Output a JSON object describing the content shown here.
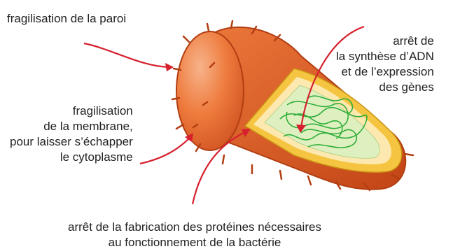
{
  "labels": {
    "wall": "fragilisation de la paroi",
    "dna": "arrêt de\nla synthèse d’ADN\net de l’expression\ndes gènes",
    "membrane": "fragilisation\nde la membrane,\npour laisser s’échapper\nle cytoplasme",
    "protein": "arrêt de la fabrication des protéines nécessaires\nau fonctionnement de la bactérie"
  },
  "colors": {
    "outer": "#e8652a",
    "outer_dark": "#c8481a",
    "inner_orange": "#f08a3c",
    "wall_yellow": "#f5c542",
    "cell_wall_pale": "#fde9b0",
    "cytoplasm": "#dff0c0",
    "dna": "#2fae3a",
    "arrow": "#d6202e"
  }
}
